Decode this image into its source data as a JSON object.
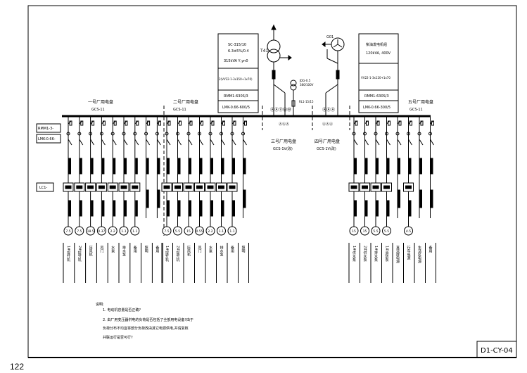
{
  "page_number": "122",
  "drawing_number": "D1-CY-04",
  "panels": [
    {
      "title": "一号厂用电盘",
      "model": "GCS-11"
    },
    {
      "title": "二号厂用电盘",
      "model": "GCS-11"
    },
    {
      "title": "三号厂用电盘",
      "model": "GCS-1V(改)"
    },
    {
      "title": "四号厂用电盘",
      "model": "GCS-1V(改)"
    },
    {
      "title": "五号厂用电盘",
      "model": "GCS-11"
    }
  ],
  "left_labels": [
    "RMM1-3-",
    "LMK-0.66-",
    "LC1-"
  ],
  "transformer": {
    "tag": "T41",
    "rows": [
      "SC-315/10",
      "6.3±5%/0.4",
      "315kVA  Y,yn0",
      "2(VV22-1-3x150+1x70)",
      "RMM1-630S/3",
      "LMK-0.66-600/5"
    ]
  },
  "pt": {
    "rows": [
      "JDG-0.5",
      "380/100V"
    ],
    "fuse": "RL1-15/15"
  },
  "generator": {
    "tag": "G01",
    "rows": [
      "柴油发电机组",
      "120kVA, 400V",
      "VV22-1-3x120+1x70",
      "RMM1-630S/3",
      "LMK-0.66-300/5"
    ]
  },
  "meters_left": "ⒶⒶⓋⓌⓌ",
  "meters_right": "ⒶⒶⒶ",
  "feeders_left": [
    {
      "kw": "7.5",
      "load": "1#提升机"
    },
    {
      "kw": "7.5",
      "load": "2#提升机"
    },
    {
      "kw": "18.5",
      "load": "压风机"
    },
    {
      "kw": "0.37",
      "load": "风门"
    },
    {
      "kw": "2.2",
      "load": "水泵"
    },
    {
      "kw": "1.1",
      "load": "排水泵"
    },
    {
      "kw": "1.1",
      "load": "备用"
    },
    {
      "kw": "",
      "load": "照明"
    },
    {
      "kw": "",
      "load": "备用"
    }
  ],
  "feeders_mid": [
    {
      "kw": "7.5",
      "load": "1#提升机"
    },
    {
      "kw": "5.5",
      "load": "2#提升机"
    },
    {
      "kw": "15",
      "load": "压风机"
    },
    {
      "kw": "0.55",
      "load": "风门"
    },
    {
      "kw": "2.2",
      "load": "水泵"
    },
    {
      "kw": "1.1",
      "load": "排水泵"
    },
    {
      "kw": "1.1",
      "load": "备用"
    },
    {
      "kw": "",
      "load": "照明"
    }
  ],
  "feeders_right": [
    {
      "kw": "15",
      "load": "1#供水泵"
    },
    {
      "kw": "15",
      "load": "2#供水泵"
    },
    {
      "kw": "5.5",
      "load": "1#排水泵"
    },
    {
      "kw": "5.5",
      "load": "1#消防泵"
    },
    {
      "kw": "",
      "load": "直流屏电源"
    },
    {
      "kw": "4.5",
      "load": "行车电源"
    },
    {
      "kw": "",
      "load": "生活区电源"
    },
    {
      "kw": "",
      "load": "备用"
    }
  ],
  "notes": {
    "title": "说明:",
    "lines": [
      "1. 电动机容量是否正确?",
      "2. 由厂用变压器供电的负荷是否包括了全部用电设备?由于",
      "   负荷分布不均宜将部分负荷改由其它电源供电,并请复核",
      "   并联运行是否可行?"
    ]
  }
}
